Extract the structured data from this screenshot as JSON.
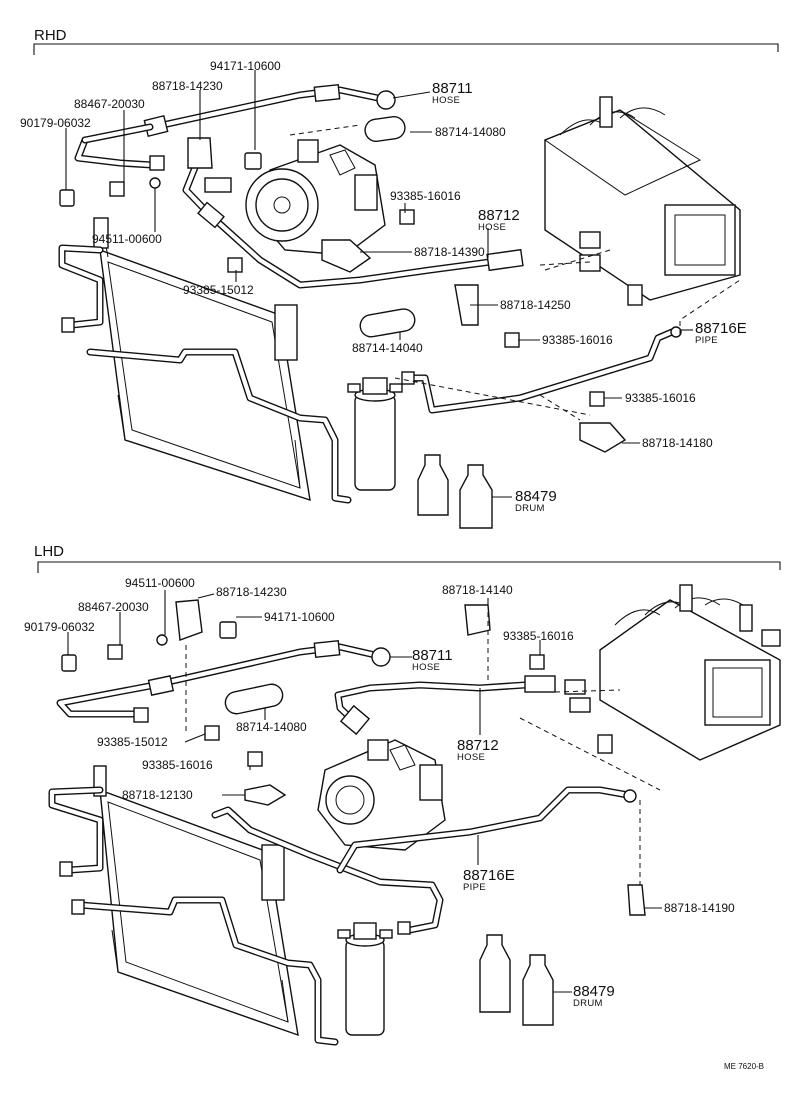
{
  "sections": {
    "rhd": "RHD",
    "lhd": "LHD"
  },
  "rhd_parts": {
    "p94171": "94171-10600",
    "p88718_14230": "88718-14230",
    "p88467": "88467-20030",
    "p90179": "90179-06032",
    "p88711": "88711",
    "p88711_sub": "HOSE",
    "p88714_14080": "88714-14080",
    "p93385_16016_a": "93385-16016",
    "p88712": "88712",
    "p88712_sub": "HOSE",
    "p88718_14390": "88718-14390",
    "p94511": "94511-00600",
    "p93385_15012": "93385-15012",
    "p88718_14250": "88718-14250",
    "p88714_14040": "88714-14040",
    "p93385_16016_b": "93385-16016",
    "p88716e": "88716E",
    "p88716e_sub": "PIPE",
    "p93385_16016_c": "93385-16016",
    "p88718_14180": "88718-14180",
    "p88479": "88479",
    "p88479_sub": "DRUM"
  },
  "lhd_parts": {
    "p94511": "94511-00600",
    "p88718_14230": "88718-14230",
    "p88718_14140": "88718-14140",
    "p88467": "88467-20030",
    "p94171": "94171-10600",
    "p90179": "90179-06032",
    "p93385_16016_a": "93385-16016",
    "p88711": "88711",
    "p88711_sub": "HOSE",
    "p88714_14080": "88714-14080",
    "p93385_15012": "93385-15012",
    "p88712": "88712",
    "p88712_sub": "HOSE",
    "p93385_16016_b": "93385-16016",
    "p88718_12130": "88718-12130",
    "p88716e": "88716E",
    "p88716e_sub": "PIPE",
    "p88718_14190": "88718-14190",
    "p88479": "88479",
    "p88479_sub": "DRUM"
  },
  "footer_code": "ME 7620-B"
}
